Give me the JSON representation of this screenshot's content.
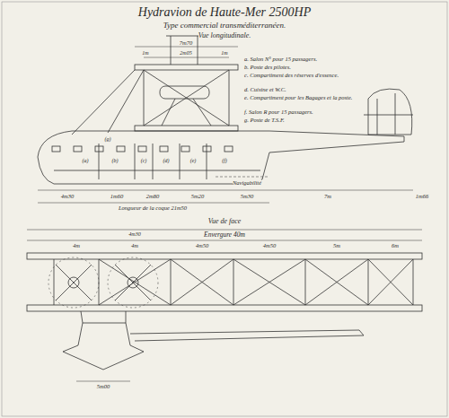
{
  "diagram": {
    "title": "Hydravion de Haute-Mer 2500HP",
    "labels": [
      "Type commercial transméditerranéen.",
      "Vue longitudinale.",
      "a. Salon N° pour 15 passagers.",
      "b. Poste des pilotes.",
      "c. Compartiment des réserves d'essence.",
      "d. Cuisine et W.C.",
      "e. Compartiment pour les Bagages et la poste.",
      "f. Salon R pour 15 passagers.",
      "g. Poste de T.S.F.",
      "7m70",
      "1m",
      "2m05",
      "1m",
      "(a)",
      "(b)",
      "(c)",
      "(d)",
      "(e)",
      "(f)",
      "(g)",
      "4m30",
      "1m60",
      "2m80",
      "5m20",
      "5m30",
      "7m",
      "1m66",
      "Navigabilité",
      "Longueur de la coque 21m50",
      "Vue de face",
      "Envergure 40m",
      "4m",
      "4m",
      "4m50",
      "4m50",
      "5m",
      "6m",
      "4m30",
      "5m00"
    ]
  }
}
